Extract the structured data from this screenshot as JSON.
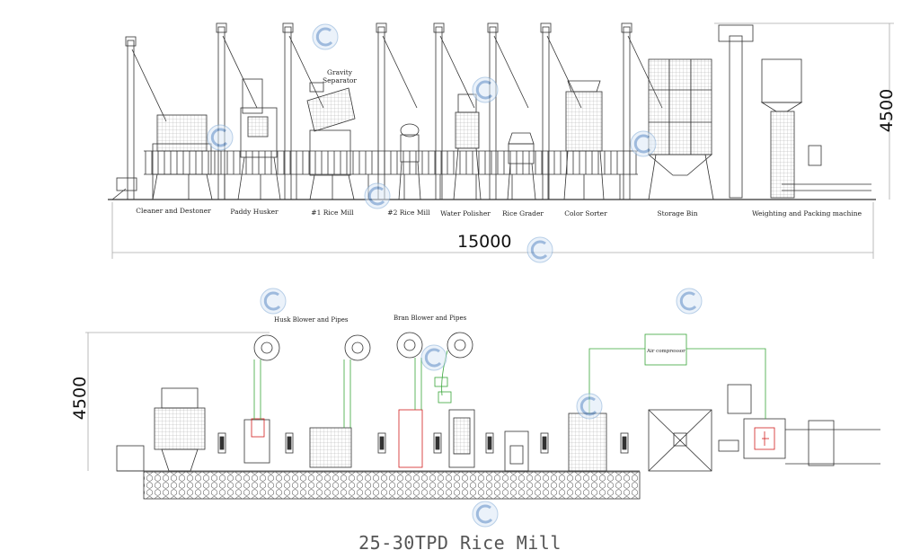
{
  "top_view": {
    "labels": {
      "cleaner": "Cleaner and Destoner",
      "husker": "Paddy Husker",
      "mill1": "#1 Rice Mill",
      "mill2": "#2 Rice Mill",
      "polisher": "Water Polisher",
      "grader": "Rice Grader",
      "sorter": "Color Sorter",
      "bin": "Storage Bin",
      "packing": "Weighting and Packing machine",
      "gravity": "Gravity\nSeparator"
    },
    "width_dim": "15000",
    "height_dim": "4500"
  },
  "bottom_view": {
    "husk_blower": "Husk Blower and Pipes",
    "bran_blower": "Bran Blower and Pipes",
    "air_compressor": "Air compressor",
    "height_dim": "4500"
  },
  "caption": "25-30TPD Rice Mill",
  "colors": {
    "line": "#333333",
    "green": "#3aa63a",
    "red": "#d21e1e",
    "watermark": "#7fa9d6"
  }
}
